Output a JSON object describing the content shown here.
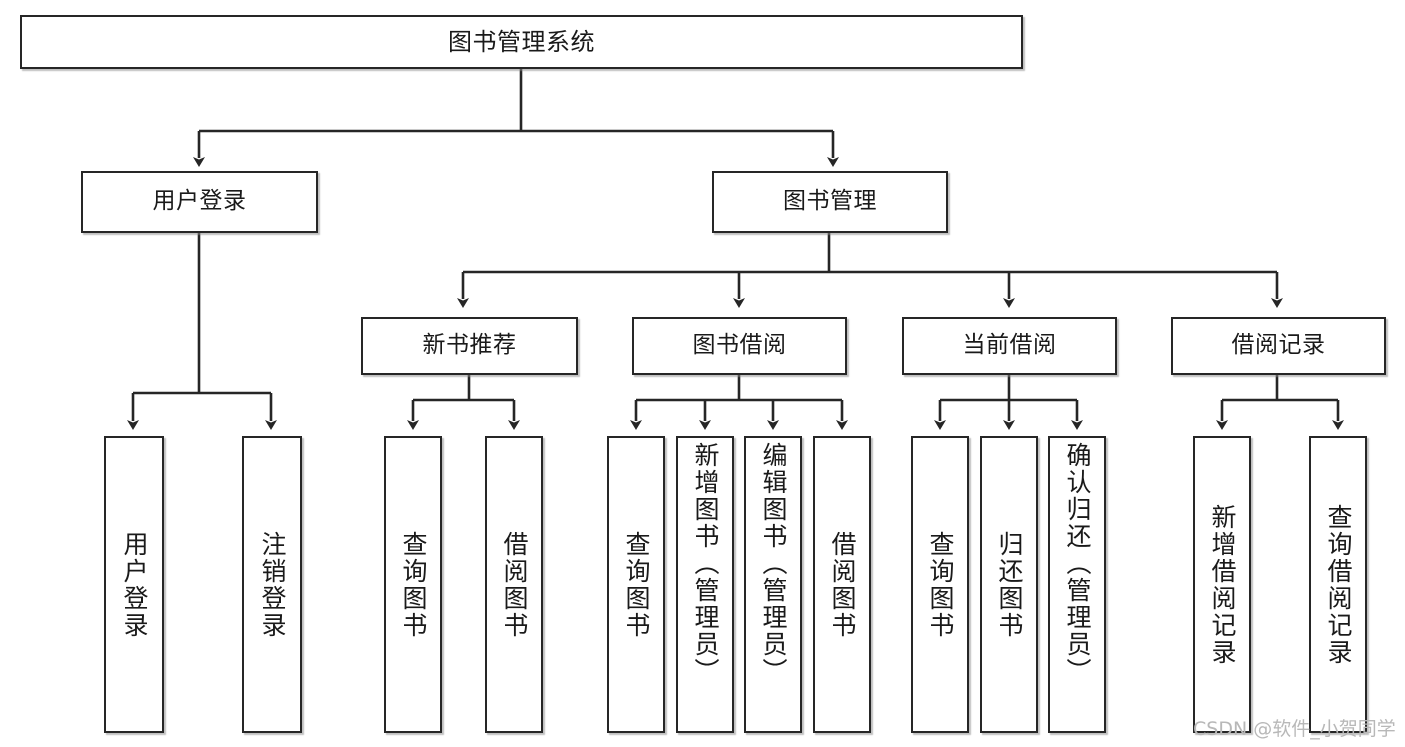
{
  "diagram": {
    "title": "图书管理系统",
    "type": "tree-hierarchy-chart",
    "root": {
      "label": "图书管理系统"
    },
    "level1": [
      {
        "label": "用户登录"
      },
      {
        "label": "图书管理"
      }
    ],
    "level2": [
      {
        "label": "新书推荐"
      },
      {
        "label": "图书借阅"
      },
      {
        "label": "当前借阅"
      },
      {
        "label": "借阅记录"
      }
    ],
    "leaves": [
      {
        "label": "用户登录"
      },
      {
        "label": "注销登录"
      },
      {
        "label": "查询图书"
      },
      {
        "label": "借阅图书"
      },
      {
        "label": "查询图书"
      },
      {
        "label": "新增图书（管理员）"
      },
      {
        "label": "编辑图书（管理员）"
      },
      {
        "label": "借阅图书"
      },
      {
        "label": "查询图书"
      },
      {
        "label": "归还图书"
      },
      {
        "label": "确认归还（管理员）"
      },
      {
        "label": "新增借阅记录"
      },
      {
        "label": "查询借阅记录"
      }
    ]
  },
  "watermark": {
    "text": "CSDN @软件_小贺同学"
  },
  "colors": {
    "stroke": "#262626",
    "text": "#1a1a1a",
    "background": "#ffffff",
    "watermark": "#b8b8b8"
  }
}
